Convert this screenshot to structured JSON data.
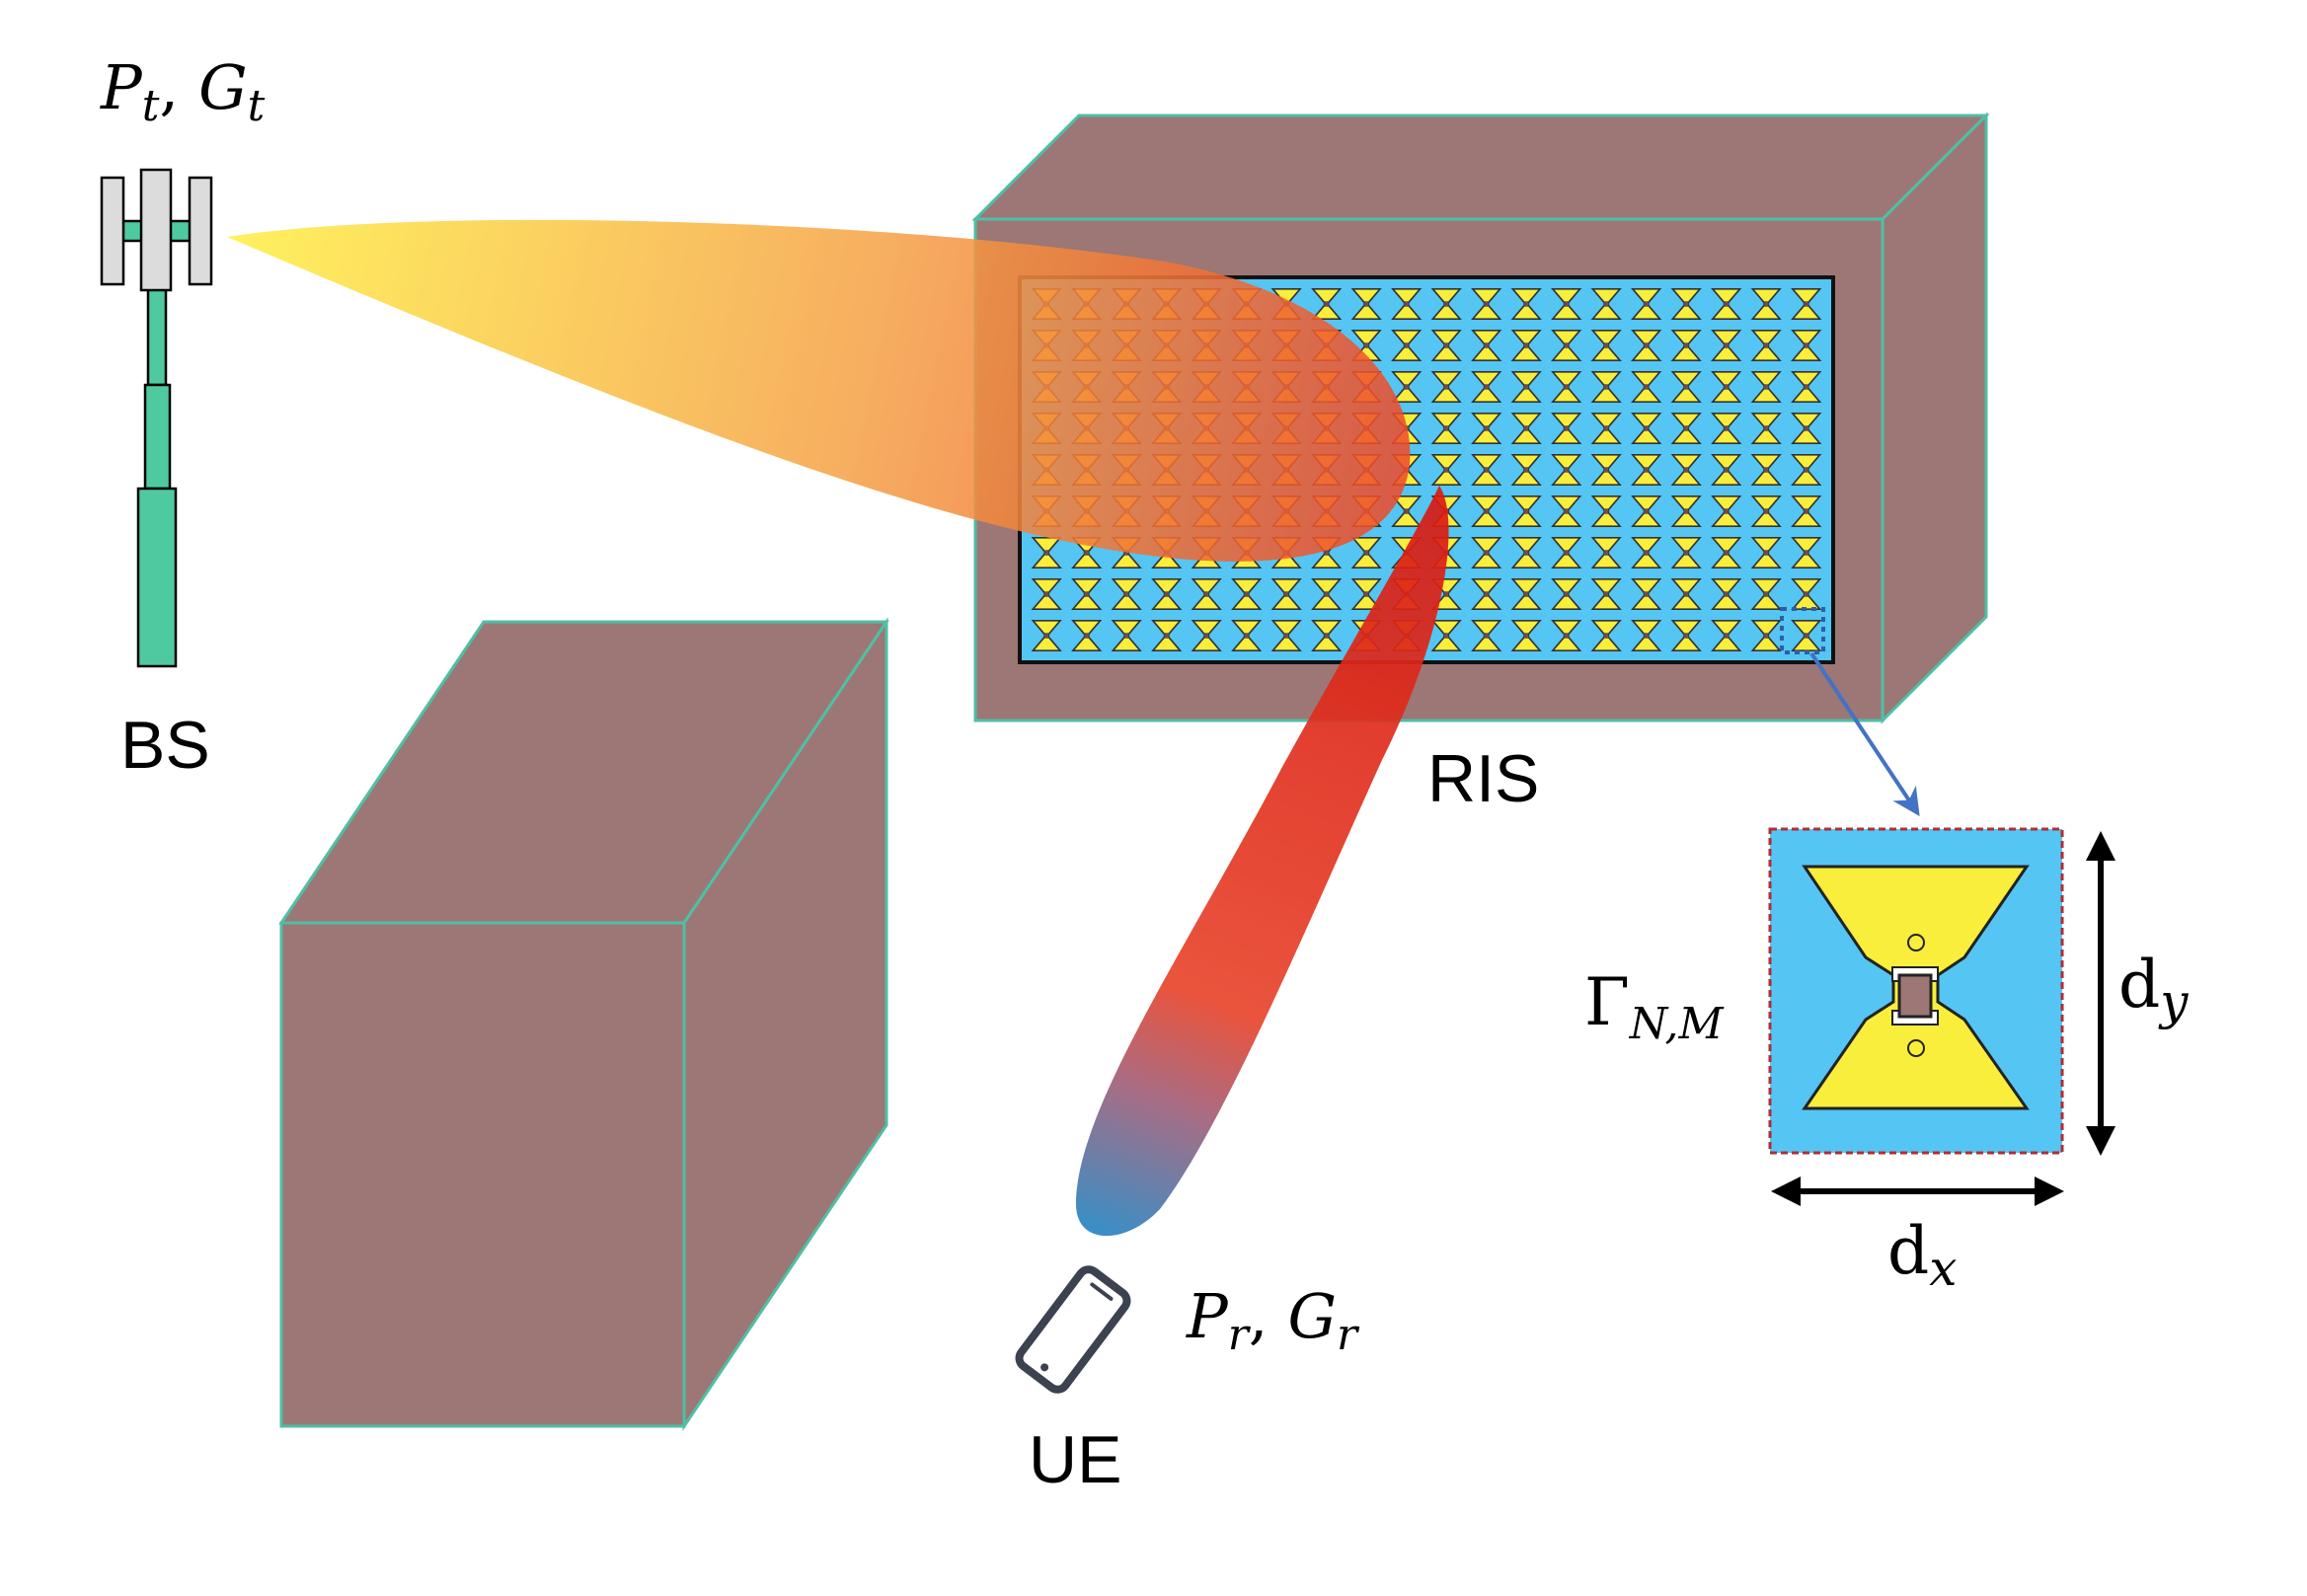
{
  "labels": {
    "bs": "BS",
    "ris": "RIS",
    "ue": "UE",
    "tx_power": "P",
    "tx_power_sub": "t",
    "tx_gain": "G",
    "tx_gain_sub": "t",
    "rx_power": "P",
    "rx_power_sub": "r",
    "rx_gain": "G",
    "rx_gain_sub": "r",
    "separator": ",",
    "gamma": "Γ",
    "gamma_sub": "N,M",
    "dy": "d",
    "dy_sub": "y",
    "dx": "d",
    "dx_sub": "x"
  },
  "ris_array": {
    "rows": 9,
    "cols": 20
  },
  "colors": {
    "building": "#9c7775",
    "building_edge": "#4fbfa6",
    "ris_panel": "#55c5f3",
    "ris_element": "#f9ee3b",
    "tower": "#4fcaa0",
    "antenna_panel": "#dcdcdc",
    "beam_tx_start": "#ffef45",
    "beam_tx_end": "#ed4a2a",
    "beam_rx_top": "#e0231a",
    "beam_rx_bottom": "#2a84c0",
    "arrow_blue": "#4472c4",
    "cell_border": "#b22d35"
  },
  "icons": {
    "bs": "cell-tower-icon",
    "ue": "smartphone-icon"
  }
}
